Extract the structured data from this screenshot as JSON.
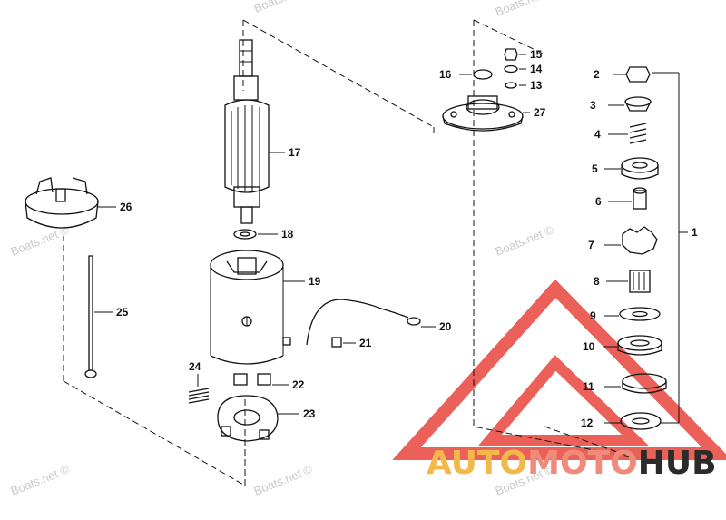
{
  "diagram": {
    "callouts": [
      {
        "id": "c1",
        "label": "1"
      },
      {
        "id": "c2",
        "label": "2"
      },
      {
        "id": "c3",
        "label": "3"
      },
      {
        "id": "c4",
        "label": "4"
      },
      {
        "id": "c5",
        "label": "5"
      },
      {
        "id": "c6",
        "label": "6"
      },
      {
        "id": "c7",
        "label": "7"
      },
      {
        "id": "c8",
        "label": "8"
      },
      {
        "id": "c9",
        "label": "9"
      },
      {
        "id": "c10",
        "label": "10"
      },
      {
        "id": "c11",
        "label": "11"
      },
      {
        "id": "c12",
        "label": "12"
      },
      {
        "id": "c13",
        "label": "13"
      },
      {
        "id": "c14",
        "label": "14"
      },
      {
        "id": "c15",
        "label": "15"
      },
      {
        "id": "c16",
        "label": "16"
      },
      {
        "id": "c17",
        "label": "17"
      },
      {
        "id": "c18",
        "label": "18"
      },
      {
        "id": "c19",
        "label": "19"
      },
      {
        "id": "c20",
        "label": "20"
      },
      {
        "id": "c21",
        "label": "21"
      },
      {
        "id": "c22",
        "label": "22"
      },
      {
        "id": "c23",
        "label": "23"
      },
      {
        "id": "c24",
        "label": "24"
      },
      {
        "id": "c25",
        "label": "25"
      },
      {
        "id": "c26",
        "label": "26"
      },
      {
        "id": "c27",
        "label": "27"
      }
    ]
  },
  "watermark": {
    "text": "Boats.net ©",
    "color": "#c9c9c9"
  },
  "brand": {
    "part_auto": "AUTO",
    "part_moto": "MOTO",
    "part_hub": "HUB",
    "color_auto": "#f2b94a",
    "color_moto": "#f08a7a",
    "color_hub": "#2b2b2b",
    "logo_color": "#e8453c"
  }
}
